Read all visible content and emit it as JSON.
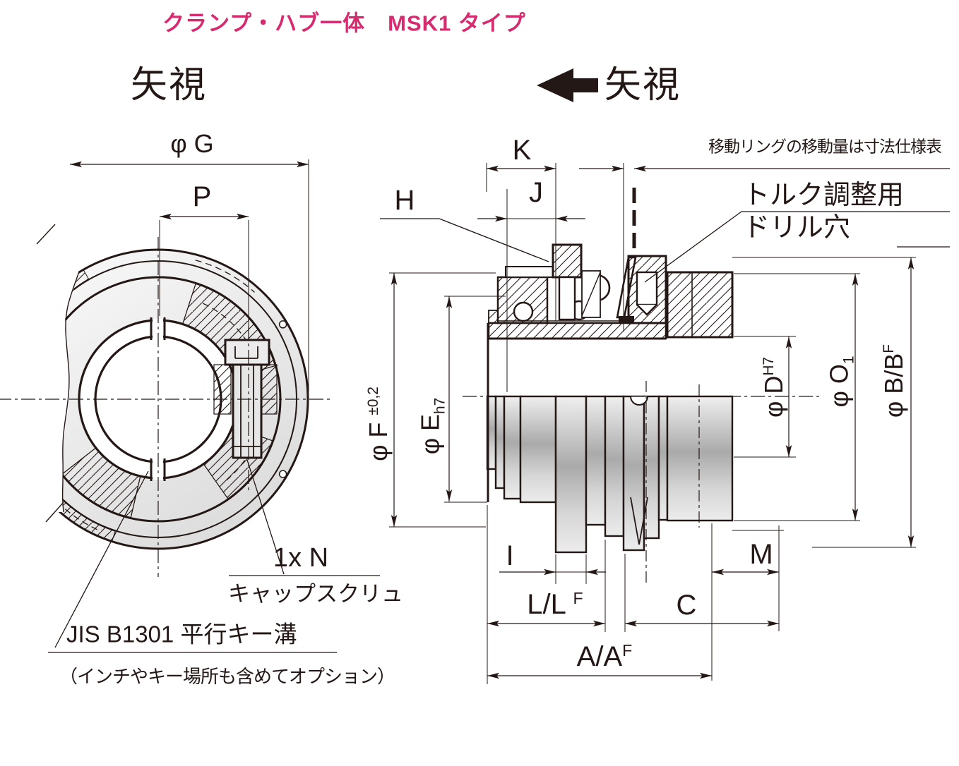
{
  "title": {
    "text": "クランプ・ハブ一体　MSK1 タイプ",
    "color": "#d62b6e"
  },
  "views": {
    "left_label": "矢視",
    "right_label": "矢視"
  },
  "notes": {
    "moving_ring": "移動リングの移動量は寸法仕様表",
    "torque_adjust_line1": "トルク調整用",
    "torque_adjust_line2": "ドリル穴",
    "cap_screw_qty": "1x N",
    "cap_screw": "キャップスクリュ",
    "keyway": "JIS B1301 平行キー溝",
    "keyway_option": "（インチやキー場所も含めてオプション）"
  },
  "dims": {
    "g": {
      "base": "φ G"
    },
    "p": {
      "base": "P"
    },
    "k": {
      "base": "K"
    },
    "j": {
      "base": "J"
    },
    "h": {
      "base": "H"
    },
    "f": {
      "base": "φ F ",
      "sup": "±0,2"
    },
    "e": {
      "base": "φ E",
      "sub": "h7"
    },
    "d": {
      "base": "φ D",
      "sup": "H7"
    },
    "o": {
      "base": "φ O",
      "sub": "1"
    },
    "b": {
      "base": "φ B/B",
      "sup": "F"
    },
    "i": {
      "base": "I"
    },
    "m": {
      "base": "M"
    },
    "l": {
      "base": "L/L ",
      "sup": "F"
    },
    "c": {
      "base": "C"
    },
    "a": {
      "base": "A/A",
      "sup": "F"
    }
  },
  "ink": "#231815"
}
